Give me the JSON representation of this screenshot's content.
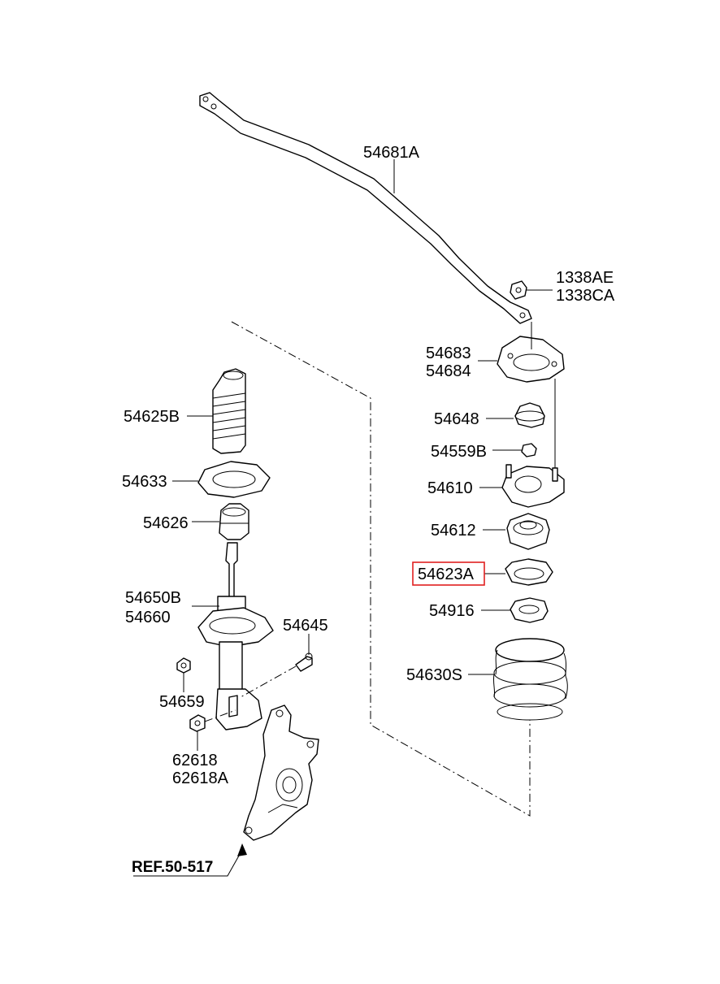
{
  "labels": {
    "stabilizer_bar": "54681A",
    "nut_top_1": "1338AE",
    "nut_top_2": "1338CA",
    "bracket_1": "54683",
    "bracket_2": "54684",
    "cap": "54648",
    "lock_nut": "54559B",
    "insulator": "54610",
    "bearing": "54612",
    "upper_spring_seat": "54623A",
    "spring_pad": "54916",
    "coil_spring": "54630S",
    "dust_cover": "54625B",
    "lower_pad": "54633",
    "bumper": "54626",
    "strut_1": "54650B",
    "strut_2": "54660",
    "bolt": "54645",
    "nut_small": "54659",
    "nut_lower_1": "62618",
    "nut_lower_2": "62618A",
    "reference": "REF.50-517"
  },
  "highlight": {
    "part": "54623A",
    "color": "#e02020"
  }
}
